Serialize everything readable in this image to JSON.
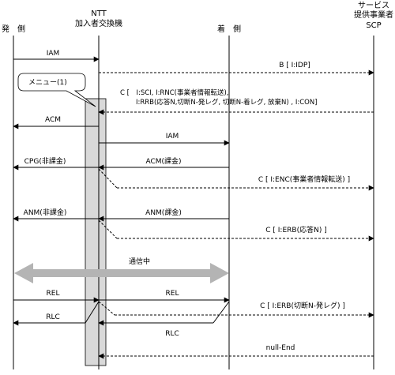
{
  "participants": {
    "caller": "発　側",
    "ntt_line1": "NTT",
    "ntt_line2": "加入者交換機",
    "callee": "着　側",
    "scp_line1": "サービス",
    "scp_line2": "提供事業者",
    "scp_line3": "SCP"
  },
  "menu_callout": "メニュー(1)",
  "messages": {
    "iam_1": "IAM",
    "b_idp": "B [ I:IDP]",
    "c_sci_line1": "C [　I:SCI, I:RNC(事業者情報転送),",
    "c_sci_line2": "I:RRB(応答N,切断N-発レグ, 切断N-着レグ, 放棄N) , I:CON]",
    "acm_1": "ACM",
    "iam_2": "IAM",
    "cpg": "CPG(非課金)",
    "acm_2": "ACM(課金)",
    "c_enc": "C [ I:ENC(事業者情報転送) ]",
    "anm_1": "ANM(非課金)",
    "anm_2": "ANM(課金)",
    "c_erb_1": "C [ I:ERB(応答N) ]",
    "talking": "通信中",
    "rel_1": "REL",
    "rel_2": "REL",
    "c_erb_2": "C [ I:ERB(切断N-発レグ) ]",
    "rlc_1": "RLC",
    "rlc_2": "RLC",
    "null_end": "null-End"
  },
  "colors": {
    "line": "#000000",
    "processing_box": "#d9d9d9",
    "talking_arrow": "#b4b4b4"
  }
}
